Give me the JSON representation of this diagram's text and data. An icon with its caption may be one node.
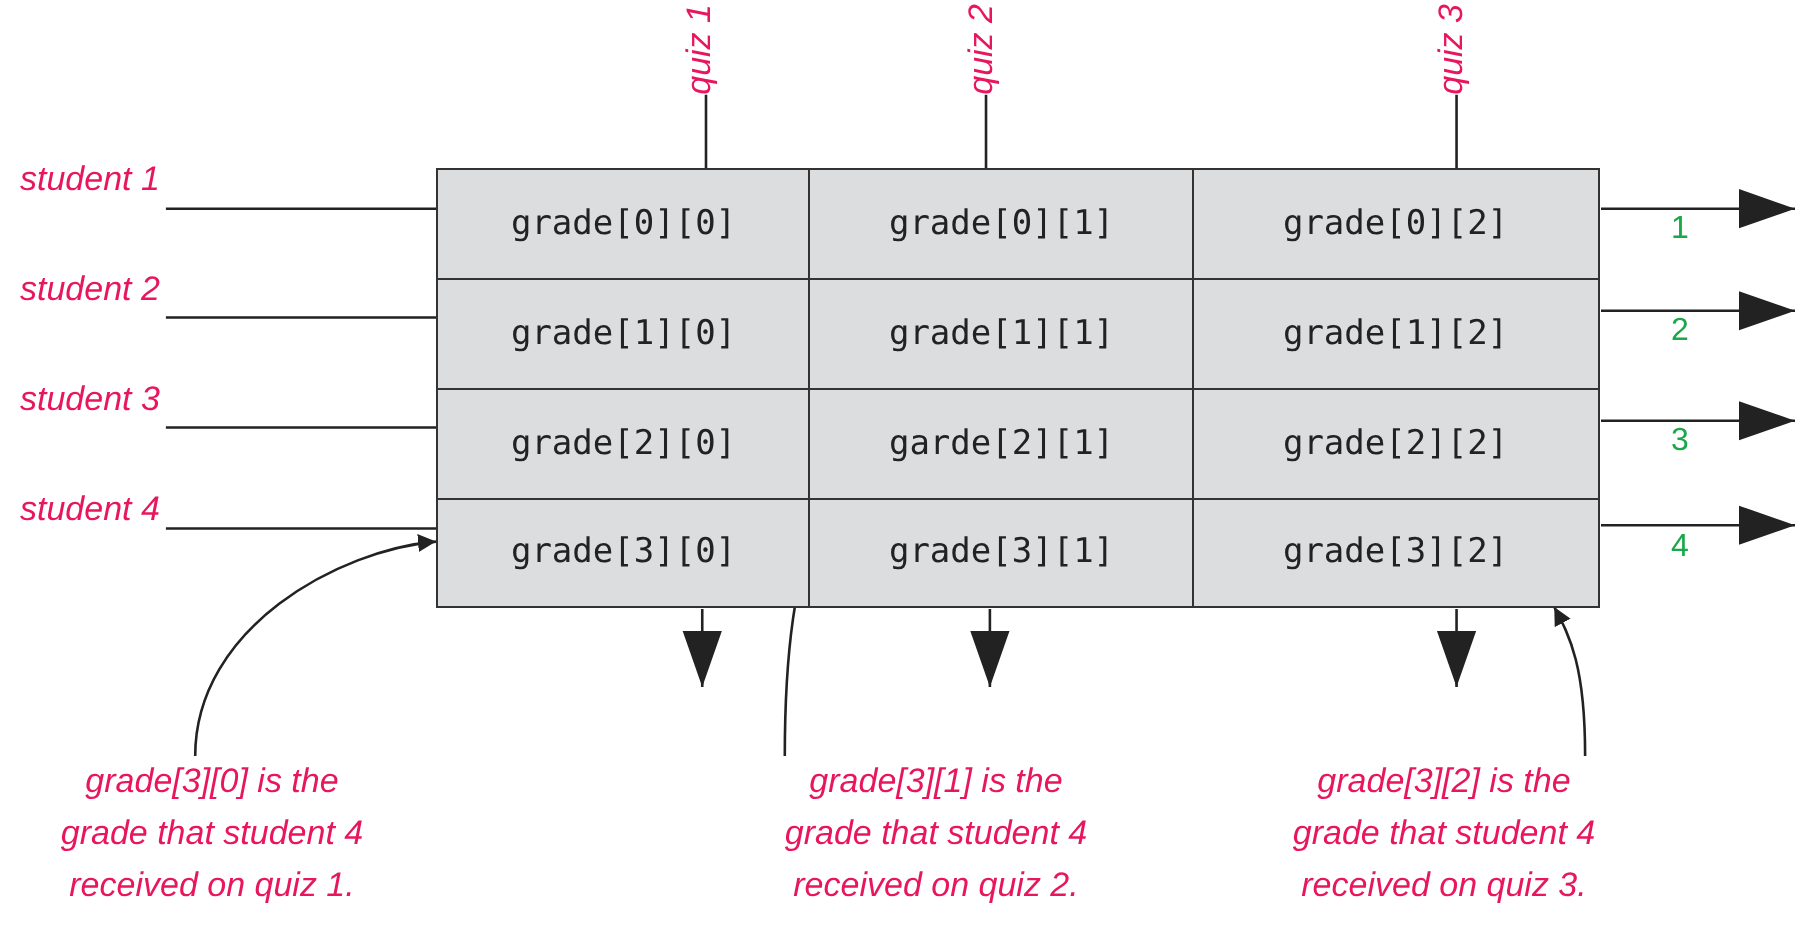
{
  "diagram": {
    "nodes": [
      {
        "text": [
          "quiz 1"
        ]
      },
      {
        "text": [
          "quiz 2"
        ]
      },
      {
        "text": [
          "quiz 3"
        ]
      },
      {
        "text": [
          "student 1"
        ]
      },
      {
        "text": [
          "grade[0][0]"
        ]
      },
      {
        "text": [
          "grade[0][1]"
        ]
      },
      {
        "text": [
          "grade[0][2]"
        ]
      },
      {
        "text": [
          "student 2"
        ]
      },
      {
        "text": [
          "grade[1][0]"
        ]
      },
      {
        "text": [
          "grade[1][1]"
        ]
      },
      {
        "text": [
          "grade[1][2]"
        ]
      },
      {
        "text": [
          "student 3"
        ]
      },
      {
        "text": [
          "grade[2][0]"
        ]
      },
      {
        "text": [
          "garde[2][1]"
        ]
      },
      {
        "text": [
          "grade[2][2]"
        ]
      },
      {
        "text": [
          "student 4"
        ]
      },
      {
        "text": [
          "grade[3][0]"
        ]
      },
      {
        "text": [
          "grade[3][1]"
        ]
      },
      {
        "text": [
          "grade[3][2]"
        ]
      },
      {
        "text": [
          "grade[3][0] is the grade that student 4 received on quiz 1."
        ]
      },
      {
        "text": [
          "grade[3][1] is the grade that student 4 received on quiz 2."
        ]
      },
      {
        "text": [
          "grade[3][2] is the grade that student 4 received on quiz 3."
        ]
      }
    ],
    "edges": [
      {
        "from": 0,
        "to": 4,
        "arrow": "none"
      },
      {
        "from": 1,
        "to": 5,
        "arrow": "none"
      },
      {
        "from": 2,
        "to": 6,
        "arrow": "none"
      },
      {
        "from": 3,
        "to": 4,
        "arrow": "none"
      },
      {
        "from": 7,
        "to": 8,
        "arrow": "none"
      },
      {
        "from": 11,
        "to": 12,
        "arrow": "none"
      },
      {
        "from": 15,
        "to": 16,
        "arrow": "none"
      },
      {
        "from": 6,
        "to": null,
        "arrow": "to",
        "label": "1"
      },
      {
        "from": 10,
        "to": null,
        "arrow": "to",
        "label": "2"
      },
      {
        "from": 14,
        "to": null,
        "arrow": "to",
        "label": "3"
      },
      {
        "from": 18,
        "to": null,
        "arrow": "to",
        "label": "4"
      },
      {
        "from": 16,
        "to": null,
        "arrow": "to"
      },
      {
        "from": 17,
        "to": null,
        "arrow": "to"
      },
      {
        "from": 18,
        "to": null,
        "arrow": "to"
      },
      {
        "from": 19,
        "to": 16,
        "arrow": "to"
      },
      {
        "from": 20,
        "to": 17,
        "arrow": "to"
      },
      {
        "from": 21,
        "to": 18,
        "arrow": "to"
      }
    ]
  }
}
